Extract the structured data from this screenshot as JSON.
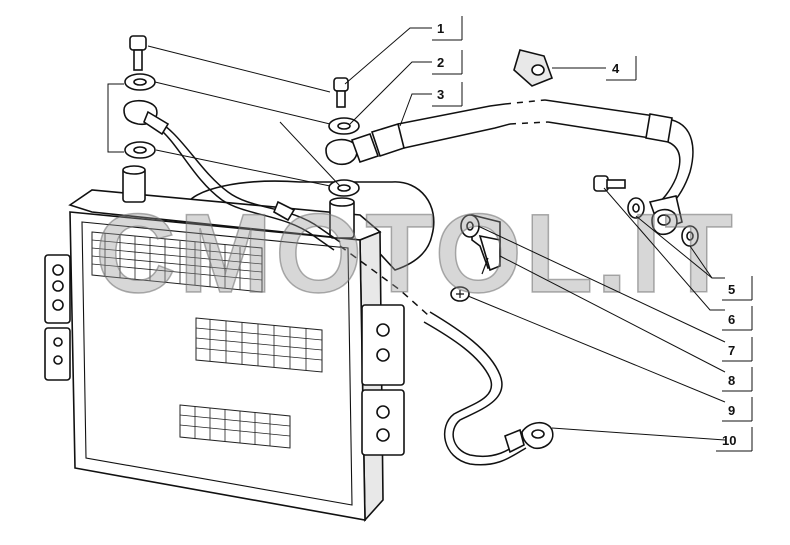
{
  "watermark": {
    "text": "CMOTOL.IT"
  },
  "callouts": [
    {
      "number": "1"
    },
    {
      "number": "2"
    },
    {
      "number": "3"
    },
    {
      "number": "4"
    },
    {
      "number": "5"
    },
    {
      "number": "6"
    },
    {
      "number": "7"
    },
    {
      "number": "8"
    },
    {
      "number": "9"
    },
    {
      "number": "10"
    }
  ]
}
